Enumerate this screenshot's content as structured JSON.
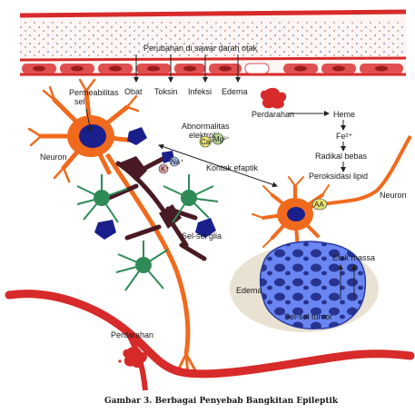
{
  "top": {
    "blood_brain_barrier_label": "Perubahan di sawar darah otak",
    "causes": [
      "Obat",
      "Toksin",
      "Infeksi",
      "Edema"
    ]
  },
  "left": {
    "permeability_label": "Permeabilitas sel",
    "neuron_label": "Neuron",
    "electrolyte_label": "Abnormalitas elektrolit",
    "ions": [
      "Ca²⁺",
      "Mg²⁺",
      "Na⁺",
      "K⁺"
    ],
    "ephaptic_label": "Kontak efaptik",
    "glia_label": "Sel-sel glia",
    "hemorrhage_label": "Perdarahan"
  },
  "right": {
    "hemorrhage_label": "Perdarahan",
    "heme_label": "Heme",
    "fe_label": "Fe²⁺",
    "radical_label": "Radikal bebas",
    "lipid_label": "Peroksidasi lipid",
    "aa_label": "AA",
    "neuron_label": "Neuron",
    "mass_label": "Efek massa",
    "edema_label": "Edema",
    "tumor_label": "Sel-sel tumor"
  },
  "caption": "Gambar 3. Berbagai Penyebab Bangkitan Epileptik",
  "colors": {
    "vessel_red": "#d72a2a",
    "neuron_orange": "#f06a1e",
    "glia_green": "#2e8b57",
    "nucleus_blue": "#1a1f8c",
    "tumor_blue": "#5b7bf0",
    "dark_neuron": "#4a1a24"
  }
}
